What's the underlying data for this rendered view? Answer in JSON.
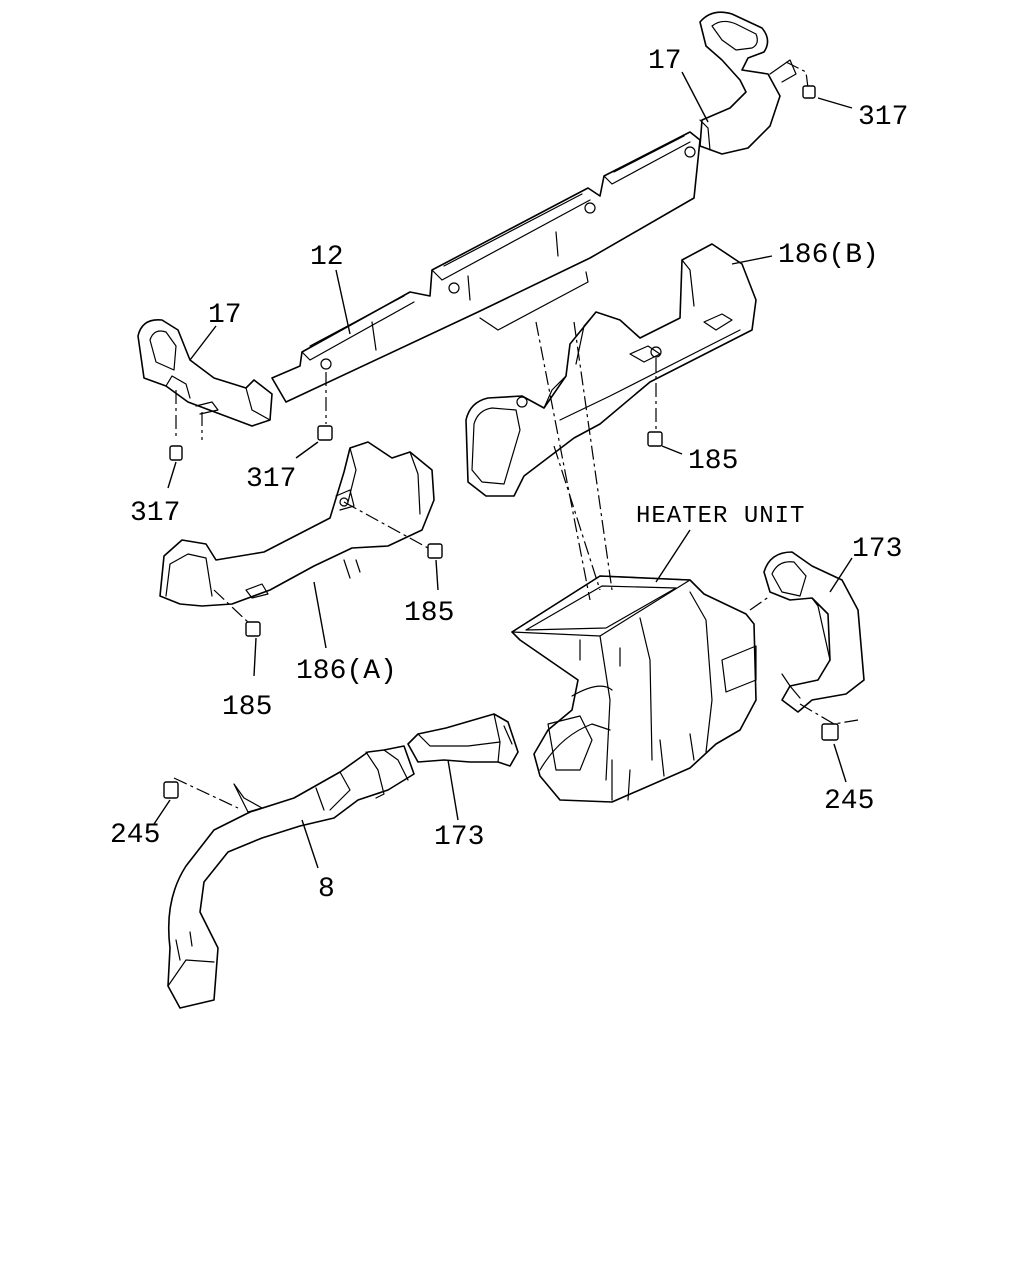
{
  "labels": {
    "duct_17_top": "17",
    "screw_317_top_right": "317",
    "duct_12": "12",
    "duct_17_left": "17",
    "duct_186b": "186(B)",
    "screw_317_left": "317",
    "screw_317_mid": "317",
    "screw_185_right": "185",
    "heater_unit": "HEATER UNIT",
    "duct_173_right": "173",
    "screw_185_center": "185",
    "duct_186a": "186(A)",
    "screw_185_left": "185",
    "bolt_245_right": "245",
    "bolt_245_left": "245",
    "duct_173_center": "173",
    "duct_8": "8"
  }
}
